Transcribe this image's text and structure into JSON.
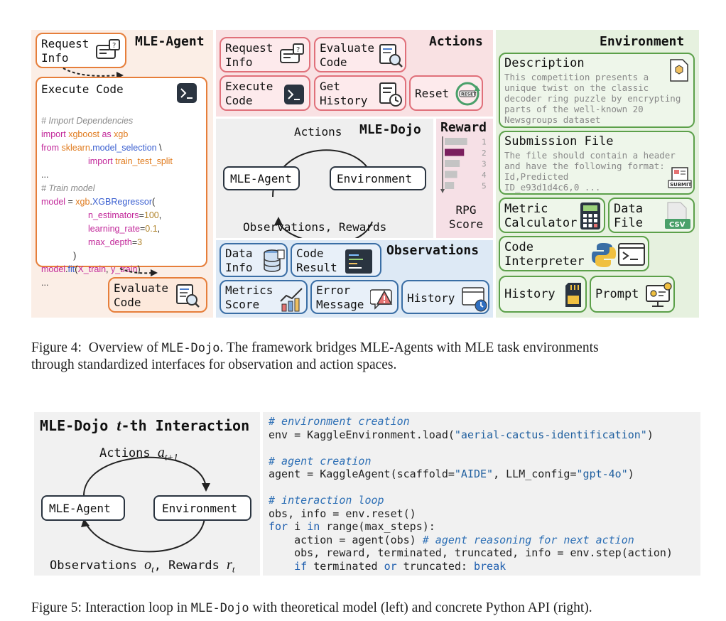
{
  "fig4": {
    "agent_panel": {
      "title": "MLE-Agent",
      "request_info": "Request\nInfo",
      "execute_code": "Execute Code",
      "code_lines": [
        "# Import Dependencies",
        "import xgboost as xgb",
        "from sklearn.model_selection \\",
        "import train_test_split",
        "...",
        "# Train model",
        "model = xgb.XGBRegressor(",
        "n_estimators=100,",
        "learning_rate=0.1,",
        "max_depth=3",
        ")",
        "model.fit(X_train, y_train)",
        "..."
      ],
      "evaluate_code": "Evaluate\nCode"
    },
    "actions_panel": {
      "title": "Actions",
      "items": [
        "Request\nInfo",
        "Evaluate\nCode",
        "Execute\nCode",
        "Get\nHistory",
        "Reset"
      ],
      "reset_icon_text": "RESET"
    },
    "dojo_panel": {
      "title": "MLE-Dojo",
      "actions_label": "Actions",
      "agent_node": "MLE-Agent",
      "env_node": "Environment",
      "bottom_label": "Observations, Rewards"
    },
    "reward_panel": {
      "title": "Reward",
      "ranks": [
        "1",
        "2",
        "3",
        "4",
        "5"
      ],
      "bar_lengths": [
        0.72,
        0.62,
        0.48,
        0.4,
        0.3
      ],
      "highlight_rank": 2,
      "score_label": "RPG\nScore"
    },
    "obs_panel": {
      "title": "Observations",
      "items": [
        "Data\nInfo",
        "Code\nResult",
        "Metrics\nScore",
        "Error\nMessage",
        "History"
      ]
    },
    "env_panel": {
      "title": "Environment",
      "description_title": "Description",
      "description_text": "This competition presents a\nunique twist on the classic\ndecoder ring puzzle by encrypting\nparts of the well-known 20\nNewsgroups dataset",
      "submission_title": "Submission File",
      "submission_text": "The file should contain a header\nand have the following format:\nId,Predicted\nID_e93d1d4c6,0 ...",
      "submit_icon_text": "SUBMIT",
      "metric": "Metric\nCalculator",
      "data_file": "Data\nFile",
      "csv_text": "CSV",
      "interpreter": "Code\nInterpreter",
      "history": "History",
      "prompt": "Prompt"
    },
    "caption_label": "Figure 4:",
    "caption_pre": "Overview of",
    "caption_code": "MLE-Dojo",
    "caption_post": ". The framework bridges MLE-Agents with MLE task environments",
    "caption_line2": "through standardized interfaces for observation and action spaces."
  },
  "fig5": {
    "title_pre": "MLE-Dojo ",
    "title_t": "t",
    "title_post": "-th Interaction",
    "actions_label": "Actions ",
    "actions_var": "a",
    "actions_sub": "t+1",
    "agent_node": "MLE-Agent",
    "env_node": "Environment",
    "obs_label": "Observations ",
    "obs_var": "o",
    "obs_sub": "t",
    "rew_label": ", Rewards ",
    "rew_var": "r",
    "rew_sub": "t",
    "code": {
      "c1": "# environment creation",
      "l1a": "env = KaggleEnvironment.load(",
      "l1s": "\"aerial-cactus-identification\"",
      "l1b": ")",
      "c2": "# agent creation",
      "l2a": "agent = KaggleAgent(scaffold=",
      "l2s1": "\"AIDE\"",
      "l2b": ", LLM_config=",
      "l2s2": "\"gpt-4o\"",
      "l2c": ")",
      "c3": "# interaction loop",
      "l3": "obs, info = env.reset()",
      "l4k1": "for",
      "l4a": " i ",
      "l4k2": "in",
      "l4b": " range(max_steps):",
      "l5a": "    action = agent(obs) ",
      "l5c": "# agent reasoning for next action",
      "l6": "    obs, reward, terminated, truncated, info = env.step(action)",
      "l7k1": "    if",
      "l7a": " terminated ",
      "l7k2": "or",
      "l7b": " truncated: ",
      "l7k3": "break"
    },
    "caption_pre": "Figure 5: Interaction loop in ",
    "caption_code": "MLE-Dojo",
    "caption_post": " with theoretical model (left) and concrete Python API (right)."
  }
}
